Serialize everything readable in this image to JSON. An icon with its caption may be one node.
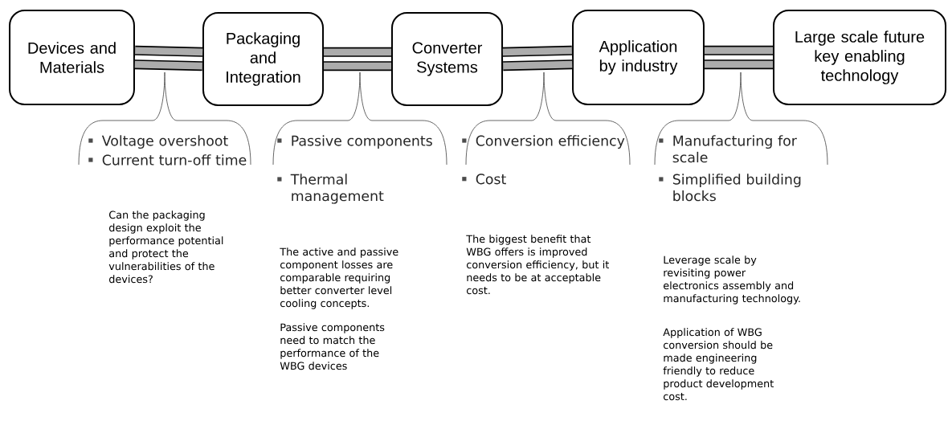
{
  "diagram": {
    "nodes": [
      {
        "text": [
          "Devices and Materials"
        ]
      },
      {
        "text": [
          "Packaging and Integration"
        ]
      },
      {
        "text": [
          "Converter Systems"
        ]
      },
      {
        "text": [
          "Application by industry"
        ]
      },
      {
        "text": [
          "Large scale future key enabling technology"
        ]
      }
    ],
    "edges": [
      {
        "from": 0,
        "to": 1,
        "arrow": "none"
      },
      {
        "from": 1,
        "to": 2,
        "arrow": "none"
      },
      {
        "from": 2,
        "to": 3,
        "arrow": "none"
      },
      {
        "from": 3,
        "to": 4,
        "arrow": "none"
      }
    ],
    "labels": [
      "Voltage overshoot",
      "Current turn-off time",
      "Passive components",
      "Thermal management",
      "Conversion efficiency",
      "Cost",
      "Manufacturing for scale",
      "Simplified building blocks",
      "Can the packaging design exploit the performance potential and protect the vulnerabilities of the devices?",
      "The active and passive component losses are comparable requiring better converter level cooling concepts.",
      "Passive components need to match the performance of the WBG devices",
      "The biggest benefit that WBG offers is improved conversion efficiency, but it needs to be at acceptable cost.",
      "Leverage scale by revisiting power electronics assembly and manufacturing technology.",
      "Application of WBG conversion should be made engineering friendly to reduce product development cost."
    ]
  }
}
